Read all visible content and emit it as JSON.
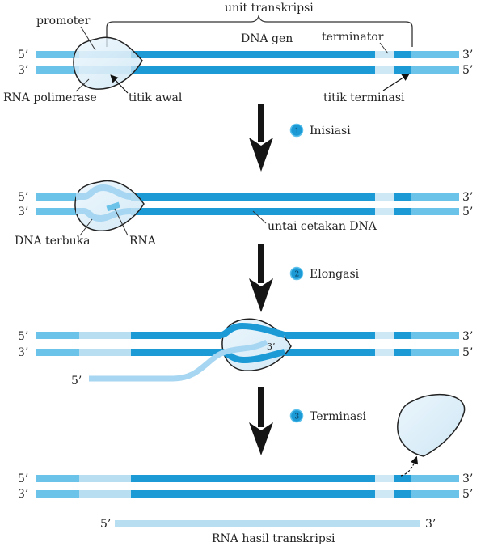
{
  "colors": {
    "gene_dark": "#1b9ad6",
    "flank_mid": "#6cc3ea",
    "pale": "#b8def2",
    "polymerase_fill": "#dcedf8",
    "outline": "#222222",
    "badge": "#1b9ad6"
  },
  "panel1": {
    "label_promoter": "promoter",
    "label_transcription_unit": "unit transkripsi",
    "label_dna_gene": "DNA gen",
    "label_terminator": "terminator",
    "label_rna_polymerase": "RNA polimerase",
    "label_start_point": "titik awal",
    "label_termination_point": "titik terminasi",
    "top_left_end": "5’",
    "bottom_left_end": "3’",
    "top_right_end": "3’",
    "bottom_right_end": "5’"
  },
  "steps": [
    {
      "number": "1",
      "label": "Inisiasi"
    },
    {
      "number": "2",
      "label": "Elongasi"
    },
    {
      "number": "3",
      "label": "Terminasi"
    }
  ],
  "panel2": {
    "label_open_dna": "DNA terbuka",
    "label_rna": "RNA",
    "label_template_strand": "untai cetakan DNA",
    "top_left_end": "5’",
    "bottom_left_end": "3’",
    "top_right_end": "3’",
    "bottom_right_end": "5’"
  },
  "panel3": {
    "top_left_end": "5’",
    "bottom_left_end": "3’",
    "top_right_end": "3’",
    "bottom_right_end": "5’",
    "rna_5_end": "5’",
    "rna_3_end": "3’"
  },
  "panel4": {
    "top_left_end": "5’",
    "bottom_left_end": "3’",
    "top_right_end": "3’",
    "bottom_right_end": "5’",
    "rna_5_end": "5’",
    "rna_3_end": "3’",
    "label_rna_transcript": "RNA hasil transkripsi"
  }
}
